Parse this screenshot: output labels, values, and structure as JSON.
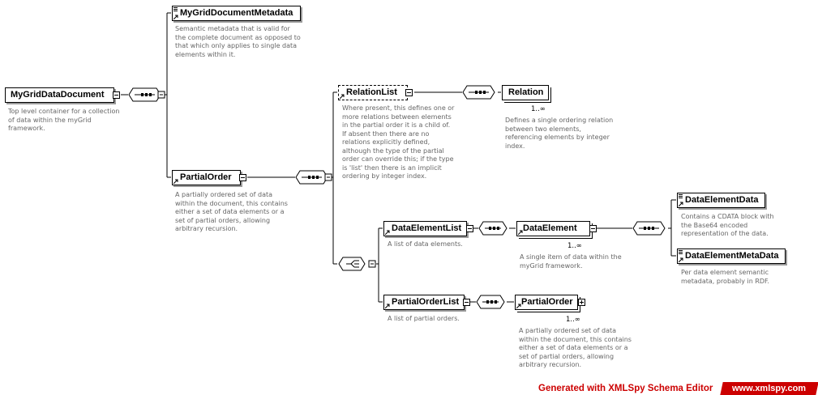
{
  "root": {
    "name": "MyGridDataDocument",
    "doc": [
      "Top level container for a collection",
      "of data within the myGrid",
      "framework."
    ]
  },
  "metadata": {
    "name": "MyGridDocumentMetadata",
    "doc": [
      "Semantic metadata that is valid for",
      "the complete document as opposed to",
      "that which only applies to single data",
      "elements within it."
    ]
  },
  "partial_order": {
    "name": "PartialOrder",
    "doc": [
      "A partially ordered set of data",
      "within the document, this contains",
      "either a set of data elements or a",
      "set of partial orders, allowing",
      "arbitrary recursion."
    ]
  },
  "relation_list": {
    "name": "RelationList",
    "doc": [
      "Where present, this defines one or",
      "more relations between elements",
      "in the partial order it is a child of.",
      "If absent then there are no",
      "relations explicitly defined,",
      "although the type of the partial",
      "order can override this; if the type",
      "is 'list' then there is an implicit",
      "ordering by integer index."
    ]
  },
  "relation": {
    "name": "Relation",
    "cardinality": "1..∞",
    "doc": [
      "Defines a single ordering relation",
      "between two elements,",
      "referencing elements by integer",
      "index."
    ]
  },
  "data_element_list": {
    "name": "DataElementList",
    "doc": [
      "A list of data elements."
    ]
  },
  "data_element": {
    "name": "DataElement",
    "cardinality": "1..∞",
    "doc": [
      "A single item of data within the",
      "myGrid framework."
    ]
  },
  "data_element_data": {
    "name": "DataElementData",
    "doc": [
      "Contains a CDATA block with",
      "the Base64 encoded",
      "representation of the data."
    ]
  },
  "data_element_metadata": {
    "name": "DataElementMetaData",
    "doc": [
      "Per data element semantic",
      "metadata, probably in RDF."
    ]
  },
  "partial_order_list": {
    "name": "PartialOrderList",
    "doc": [
      "A list of partial orders."
    ]
  },
  "partial_order_ref": {
    "name": "PartialOrder",
    "cardinality": "1..∞",
    "doc": [
      "A partially ordered set of data",
      "within the document, this contains",
      "either a set of data elements or a",
      "set of partial orders, allowing",
      "arbitrary recursion."
    ]
  },
  "footer": {
    "generated": "Generated with XMLSpy Schema Editor",
    "site": "www.xmlspy.com"
  },
  "colors": {
    "doc_text": "#666666",
    "brand_red": "#cc0000",
    "shadow": "#9a9a9a"
  }
}
